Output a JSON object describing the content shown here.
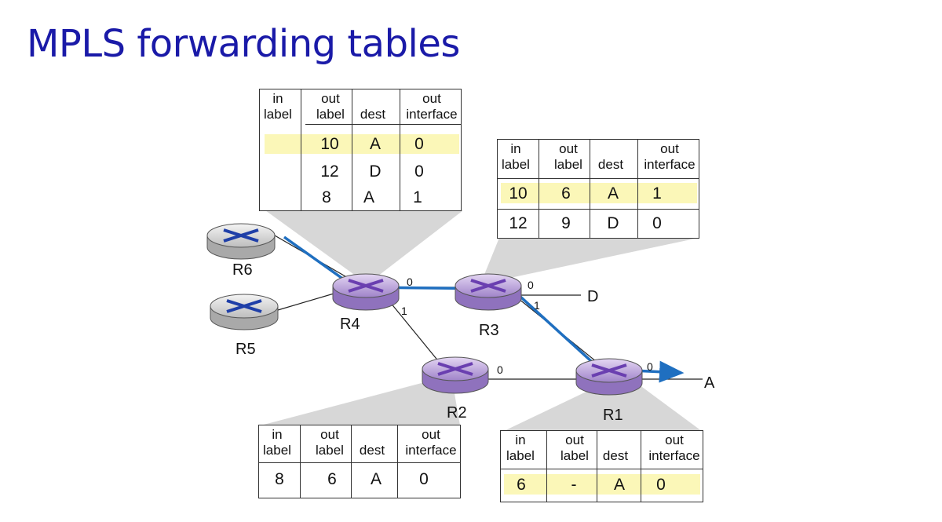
{
  "title": "MPLS forwarding tables",
  "header": {
    "in": "in",
    "label": "label",
    "out": "out",
    "dest": "dest",
    "interface": "interface"
  },
  "routers": {
    "R1": "R1",
    "R2": "R2",
    "R3": "R3",
    "R4": "R4",
    "R5": "R5",
    "R6": "R6"
  },
  "destinations": {
    "D": "D",
    "A": "A"
  },
  "ports": {
    "r4_0": "0",
    "r4_1": "1",
    "r3_0": "0",
    "r3_1": "1",
    "r2_0": "0",
    "r1_0": "0"
  },
  "tables": {
    "r4": {
      "rows": [
        {
          "in": "",
          "out": "10",
          "dest": "A",
          "iface": "0"
        },
        {
          "in": "",
          "out": "12",
          "dest": "D",
          "iface": "0"
        },
        {
          "in": "",
          "out": "8",
          "dest": "A",
          "iface": "1"
        }
      ]
    },
    "r3": {
      "rows": [
        {
          "in": "10",
          "out": "6",
          "dest": "A",
          "iface": "1"
        },
        {
          "in": "12",
          "out": "9",
          "dest": "D",
          "iface": "0"
        }
      ]
    },
    "r2": {
      "rows": [
        {
          "in": "8",
          "out": "6",
          "dest": "A",
          "iface": "0"
        }
      ]
    },
    "r1": {
      "rows": [
        {
          "in": "6",
          "out": "-",
          "dest": "A",
          "iface": "0"
        }
      ]
    }
  },
  "colors": {
    "title": "#1a1aa8",
    "path": "#1f6fc0",
    "highlight": "#fbf7b8",
    "router_lavender": "#b39ad6",
    "router_gray": "#d9d9d9",
    "router_x": "#1f3fa8"
  }
}
